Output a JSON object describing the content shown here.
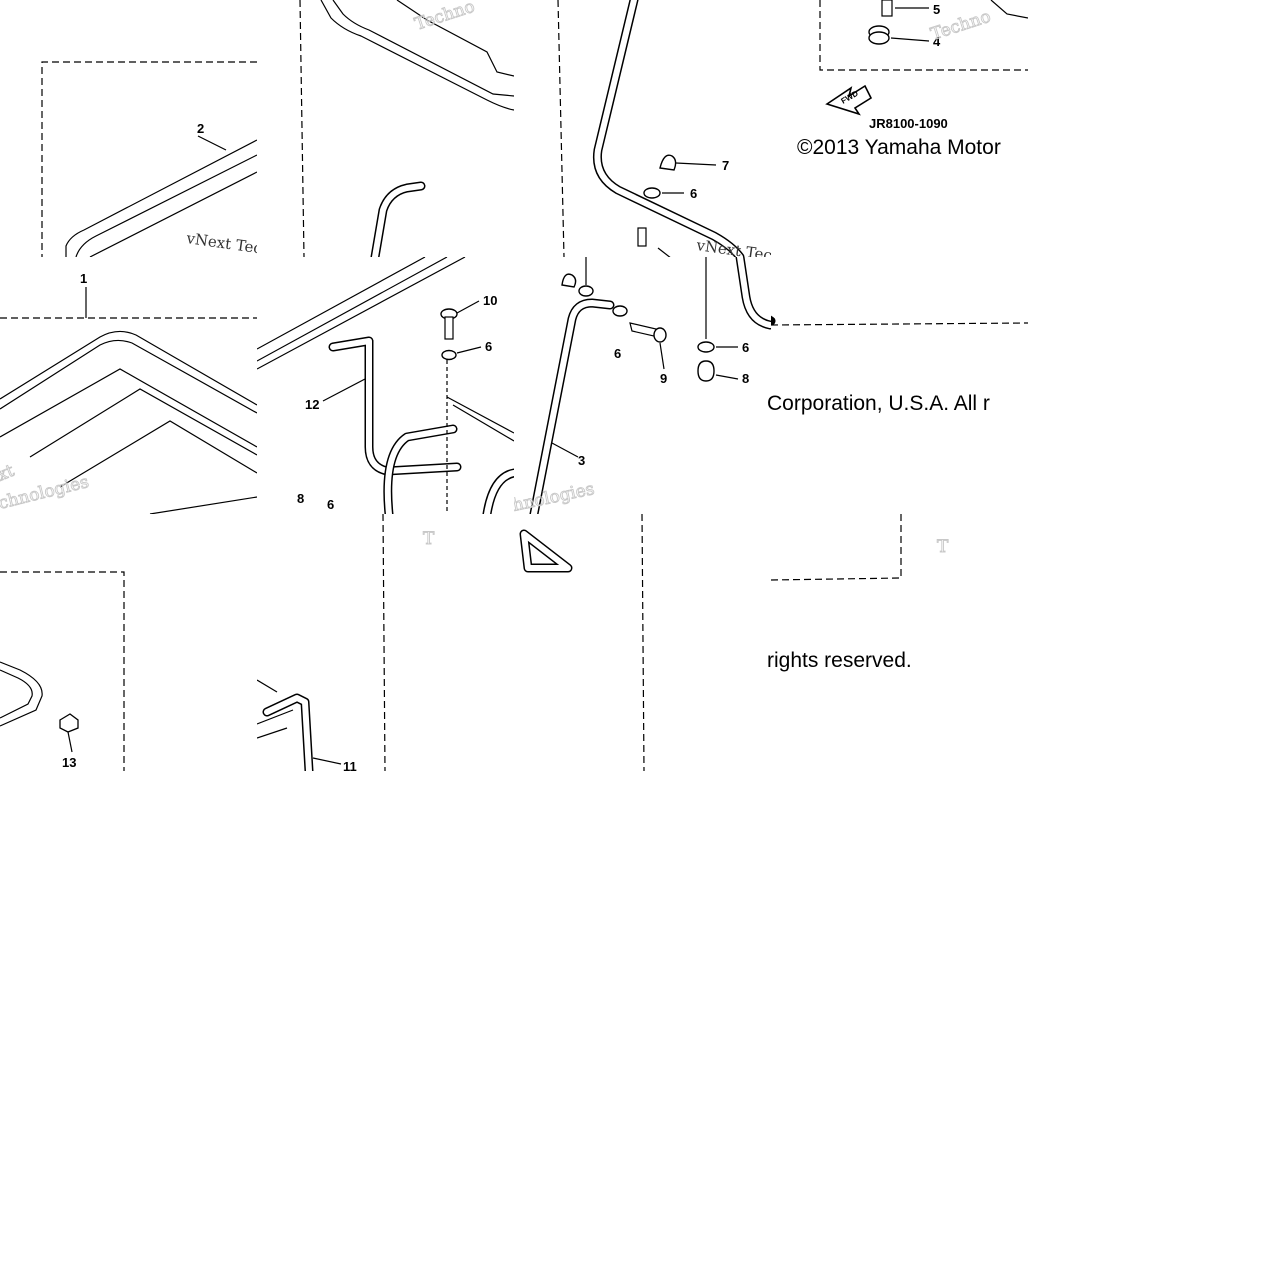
{
  "diagram": {
    "callouts": {
      "tl_2": "2",
      "tl_1": "1",
      "tc_12": "12",
      "tc_10": "10",
      "tc_6a": "6",
      "tc_8": "8",
      "tc_6b": "6",
      "tr_7": "7",
      "tr_6a": "6",
      "tr_6b": "6",
      "tr_9": "9",
      "tr_6c": "6",
      "tr_8": "8",
      "tr_3": "3",
      "tr_5": "5",
      "tr_4": "4",
      "bl_13": "13",
      "bc_11": "11"
    },
    "fwd_label": "FWD",
    "diagram_code": "JR8100-1090",
    "copyright_line1": "©2013 Yamaha Motor",
    "copyright_line2": "Corporation, U.S.A. All r",
    "copyright_line3": "rights reserved.",
    "watermarks": {
      "w1": "Techno",
      "w2": "vNext Tec",
      "w3": "hnologies",
      "w4": "vNext Tec",
      "w5": "hnologies",
      "w6": "xt",
      "w7": "chnologies",
      "w8": "T",
      "w9": "T",
      "w10": "Techno"
    }
  }
}
